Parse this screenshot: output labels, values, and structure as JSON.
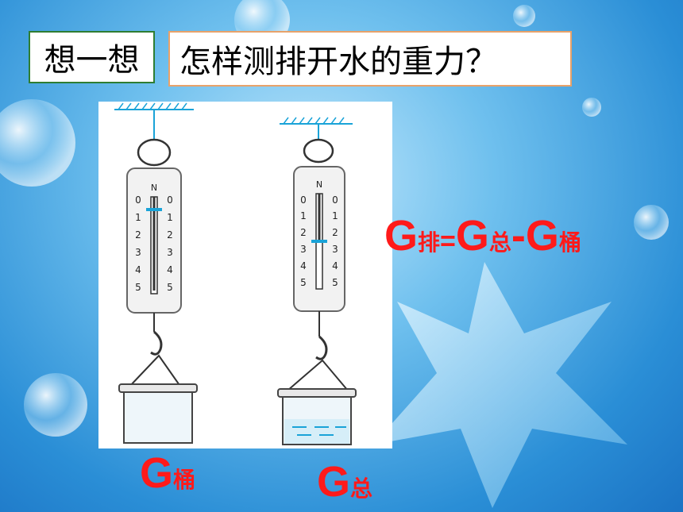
{
  "header": {
    "tag_label": "想一想",
    "question": "怎样测排开水的重力？"
  },
  "formula": {
    "g1": "G",
    "sub1": "排",
    "eq": "=",
    "g2": "G",
    "sub2": "总",
    "minus": "-",
    "g3": "G",
    "sub3": "桶"
  },
  "labels": {
    "bucket": {
      "g": "G",
      "sub": "桶"
    },
    "total": {
      "g": "G",
      "sub": "总"
    }
  },
  "scale_marks": {
    "unit": "N",
    "ticks": [
      "0",
      "1",
      "2",
      "3",
      "4",
      "5"
    ]
  },
  "colors": {
    "accent_red": "#ff1a1a",
    "title_border": "#2e7d32",
    "question_border": "#e8a26a",
    "scale_blue": "#1aa3d8"
  }
}
